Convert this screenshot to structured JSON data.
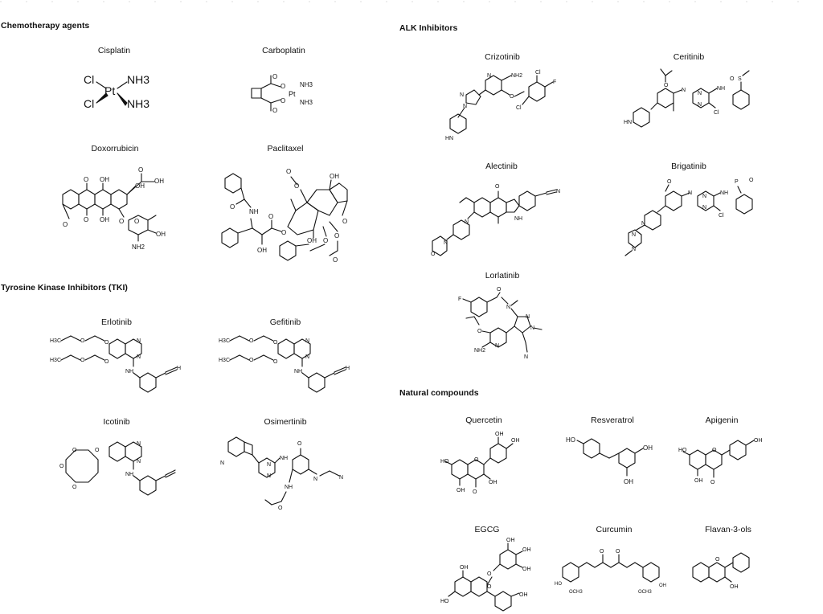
{
  "sections": {
    "chemo": "Chemotherapy agents",
    "tki": "Tyrosine Kinase Inhibitors (TKI)",
    "alk": "ALK Inhibitors",
    "natural": "Natural compounds"
  },
  "drugs": {
    "cisplatin": "Cisplatin",
    "carboplatin": "Carboplatin",
    "doxorubicin": "Doxorrubicin",
    "paclitaxel": "Paclitaxel",
    "erlotinib": "Erlotinib",
    "gefitinib": "Gefitinib",
    "icotinib": "Icotinib",
    "osimertinib": "Osimertinib",
    "crizotinib": "Crizotinib",
    "ceritinib": "Ceritinib",
    "alectinib": "Alectinib",
    "brigatinib": "Brigatinib",
    "lorlatinib": "Lorlatinib",
    "quercetin": "Quercetin",
    "resveratrol": "Resveratrol",
    "apigenin": "Apigenin",
    "egcg": "EGCG",
    "curcumin": "Curcumin",
    "flavan": "Flavan-3-ols"
  },
  "atoms": {
    "cl": "Cl",
    "pt": "Pt",
    "nh3": "NH3",
    "nh2": "NH2",
    "nh": "NH",
    "hn": "HN",
    "n": "N",
    "o": "O",
    "oh": "OH",
    "ho": "HO",
    "f": "F",
    "s": "S",
    "p": "P",
    "h": "H",
    "h3co": "H3C",
    "och3": "OCH3"
  }
}
